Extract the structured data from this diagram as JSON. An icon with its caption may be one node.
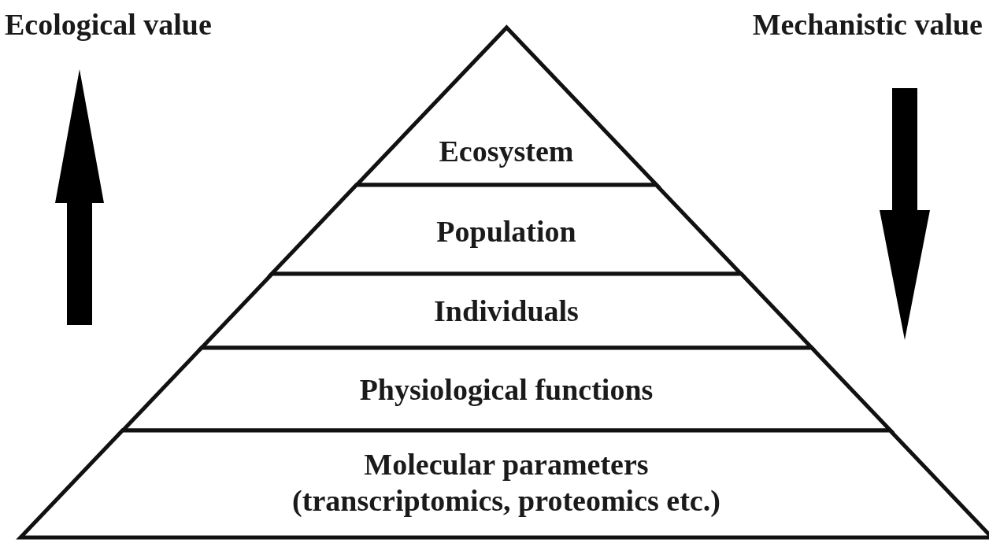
{
  "diagram": {
    "nodes": [
      {
        "text": [
          "Ecosystem"
        ]
      },
      {
        "text": [
          "Population"
        ]
      },
      {
        "text": [
          "Individuals"
        ]
      },
      {
        "text": [
          "Physiological functions"
        ]
      },
      {
        "text": [
          "Molecular parameters (transcriptomics, proteomics etc.)"
        ]
      }
    ],
    "labels": [
      "Ecological value",
      "Mechanistic value"
    ]
  }
}
